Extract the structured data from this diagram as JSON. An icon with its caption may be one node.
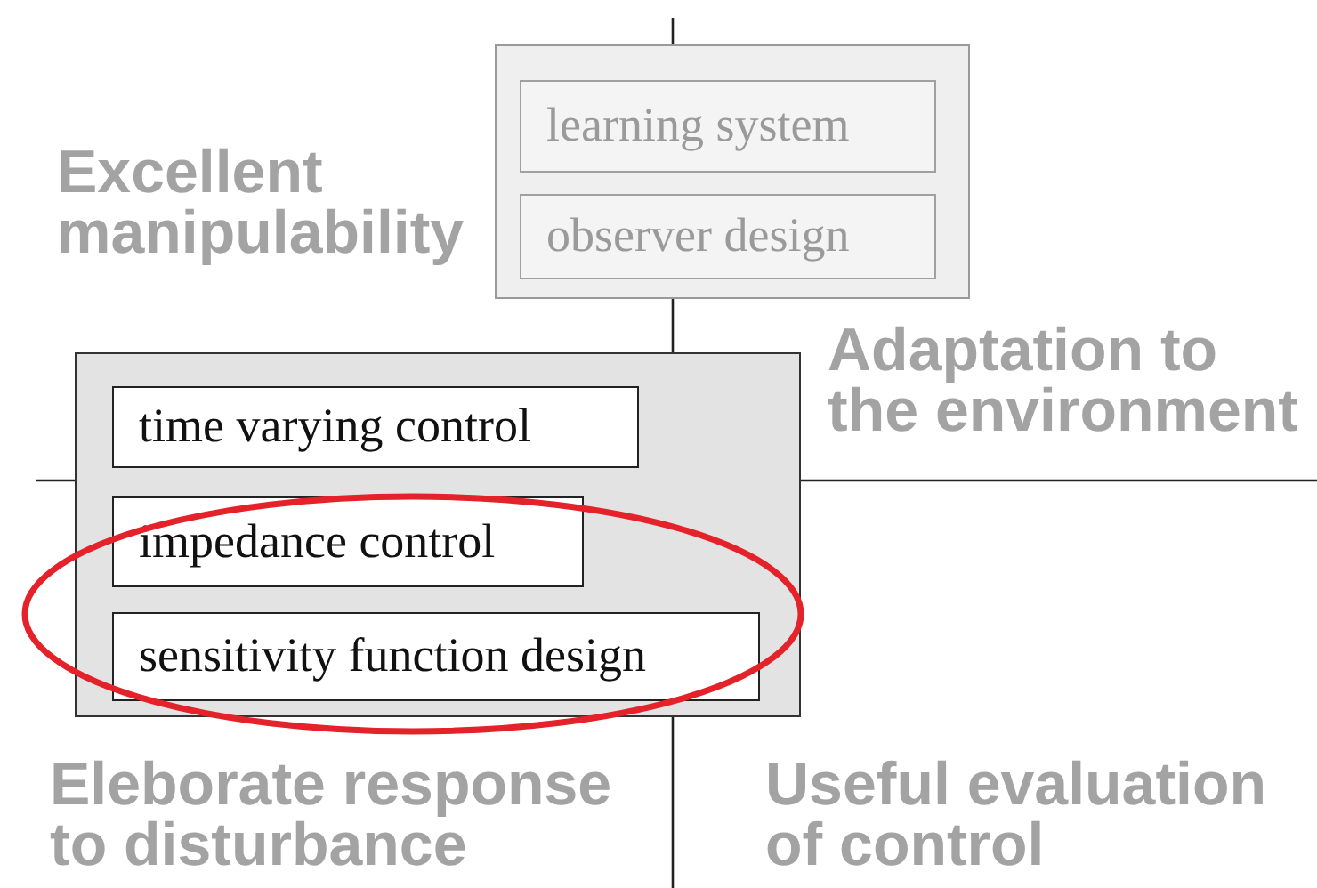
{
  "diagram": {
    "nodes": [
      {
        "text": [],
        "shape": "box"
      },
      {
        "text": [
          "learning system"
        ],
        "in": 0
      },
      {
        "text": [
          "observer design"
        ],
        "in": 0
      },
      {
        "text": [],
        "shape": "box"
      },
      {
        "text": [
          "time varying control"
        ],
        "in": 3
      },
      {
        "text": [
          "impedance control"
        ],
        "in": 3
      },
      {
        "text": [
          "sensitivity function design"
        ],
        "in": 3
      }
    ],
    "edges": [],
    "labels": [
      "Excellent manipulability",
      "Adaptation to the environment",
      "Eleborate response to disturbance",
      "Useful evaluation of control"
    ]
  }
}
